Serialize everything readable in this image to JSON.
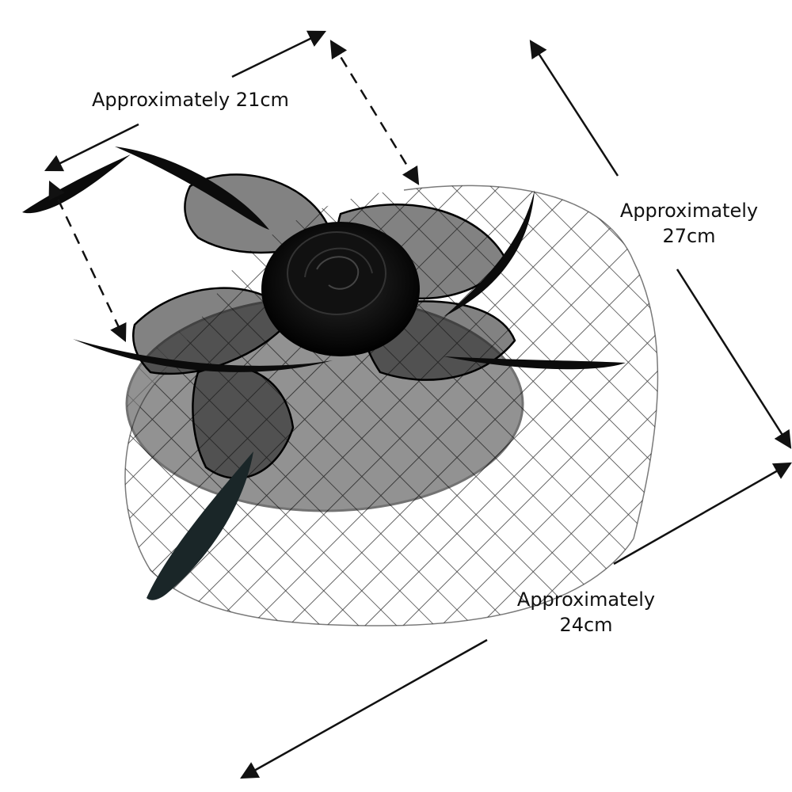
{
  "colors": {
    "background": "#ffffff",
    "fascinator": "#0d0d0d",
    "net": "#1a1a1a",
    "arrow": "#111111",
    "text": "#111111"
  },
  "labels": {
    "width_top": "Approximately 21cm",
    "height_right_line1": "Approximately",
    "height_right_line2": "27cm",
    "width_bottom_line1": "Approximately",
    "width_bottom_line2": "24cm"
  }
}
